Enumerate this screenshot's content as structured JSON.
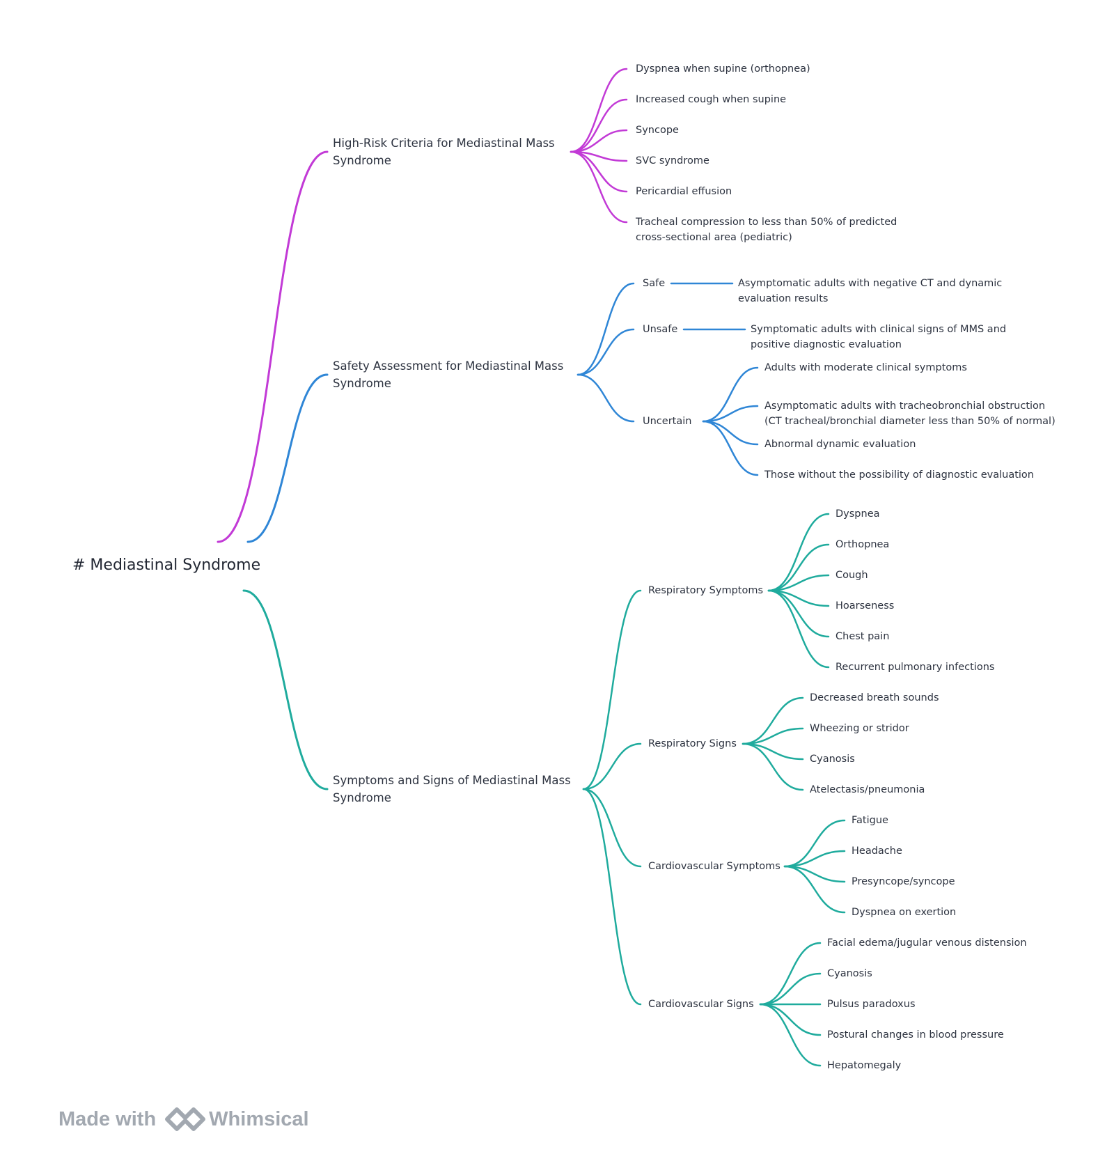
{
  "colors": {
    "branch_1": "#c23ad6",
    "branch_2": "#2f86d6",
    "branch_3": "#1fab9d",
    "text": "#2d3340",
    "brand": "#a2a8b0"
  },
  "root": {
    "label": "# Mediastinal Syndrome"
  },
  "branches": [
    {
      "label": "High-Risk Criteria for Mediastinal Mass Syndrome",
      "items": [
        "Dyspnea when supine (orthopnea)",
        "Increased cough when supine",
        "Syncope",
        "SVC syndrome",
        "Pericardial effusion",
        "Tracheal compression to less than 50% of predicted cross-sectional area (pediatric)"
      ]
    },
    {
      "label": "Safety Assessment for Mediastinal Mass Syndrome",
      "groups": [
        {
          "label": "Safe",
          "items": [
            "Asymptomatic adults with negative CT and dynamic evaluation results"
          ]
        },
        {
          "label": "Unsafe",
          "items": [
            "Symptomatic adults with clinical signs of MMS and positive diagnostic evaluation"
          ]
        },
        {
          "label": "Uncertain",
          "items": [
            "Adults with moderate clinical symptoms",
            "Asymptomatic adults with tracheobronchial obstruction (CT tracheal/bronchial diameter less than 50% of normal)",
            "Abnormal dynamic evaluation",
            "Those without the possibility of diagnostic evaluation"
          ]
        }
      ]
    },
    {
      "label": "Symptoms and Signs of Mediastinal Mass Syndrome",
      "groups": [
        {
          "label": "Respiratory Symptoms",
          "items": [
            "Dyspnea",
            "Orthopnea",
            "Cough",
            "Hoarseness",
            "Chest pain",
            "Recurrent pulmonary infections"
          ]
        },
        {
          "label": "Respiratory Signs",
          "items": [
            "Decreased breath sounds",
            "Wheezing or stridor",
            "Cyanosis",
            "Atelectasis/pneumonia"
          ]
        },
        {
          "label": "Cardiovascular Symptoms",
          "items": [
            "Fatigue",
            "Headache",
            "Presyncope/syncope",
            "Dyspnea on exertion"
          ]
        },
        {
          "label": "Cardiovascular Signs",
          "items": [
            "Facial edema/jugular venous distension",
            "Cyanosis",
            "Pulsus paradoxus",
            "Postural changes in blood pressure",
            "Hepatomegaly"
          ]
        }
      ]
    }
  ],
  "footer": {
    "made_with": "Made with",
    "brand": "Whimsical",
    "logo_icon": "whimsical-logo-icon"
  }
}
